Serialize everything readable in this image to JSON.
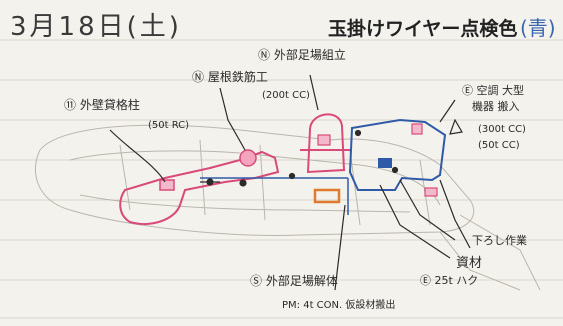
{
  "header": {
    "date": "3月18日(土)",
    "title": "玉掛けワイヤー点検色",
    "color_label": "(青)"
  },
  "labels": {
    "l_outer_finish": "⑪ 外壁貸格柱",
    "l_outer_finish_sub": "(50t RC)",
    "l_rebar": "Ⓝ 屋根鉄筋工",
    "l_scaffold": "Ⓝ 外部足場組立",
    "l_scaffold_sub": "(200t CC)",
    "l_equip": "Ⓔ 空調 大型",
    "l_equip_2": "機器 搬入",
    "l_equip_sub1": "(300t CC)",
    "l_equip_sub2": "(50t CC)",
    "l_unload": "下ろし作業",
    "l_crane": "Ⓔ 25t ハク",
    "l_material": "資材",
    "l_note_main": "Ⓢ 外部足場解体",
    "l_note_sub": "PM: 4t CON. 仮設材搬出"
  },
  "colors": {
    "ink": "#2b2b2b",
    "red": "#d94a7a",
    "blue": "#2f5aa8",
    "orange": "#e07a2e",
    "paper": "#f4f2ec",
    "title_blue": "#3a66b0"
  }
}
